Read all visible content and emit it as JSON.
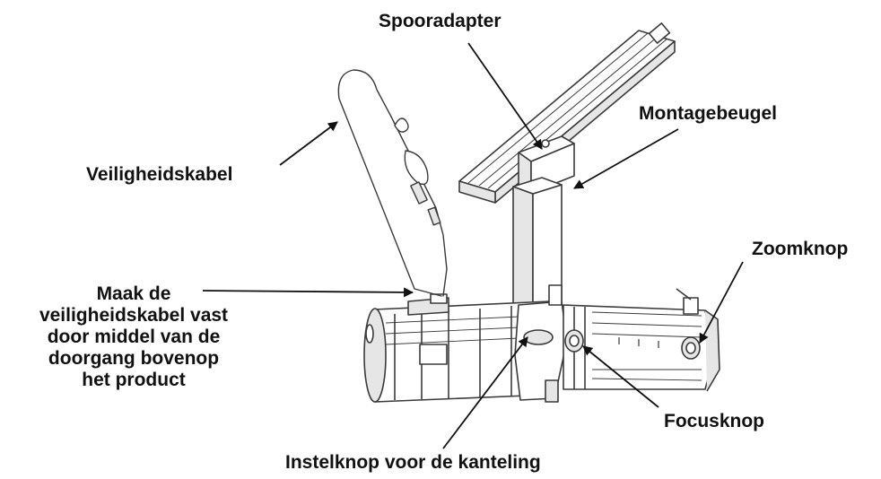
{
  "labels": {
    "track_adapter": "Spooradapter",
    "mounting_bracket": "Montagebeugel",
    "safety_cable": "Veiligheidskabel",
    "zoom_knob": "Zoomknop",
    "attach_note": [
      "Maak de",
      "veiligheidskabel vast",
      "door middel van de",
      "doorgang bovenop",
      "het product"
    ],
    "focus_knob": "Focusknop",
    "tilt_knob": "Instelknop voor de kanteling"
  },
  "colors": {
    "ink": "#111111",
    "line": "#3a3a3a",
    "fill": "#ffffff",
    "shade": "#e6e6e6"
  }
}
